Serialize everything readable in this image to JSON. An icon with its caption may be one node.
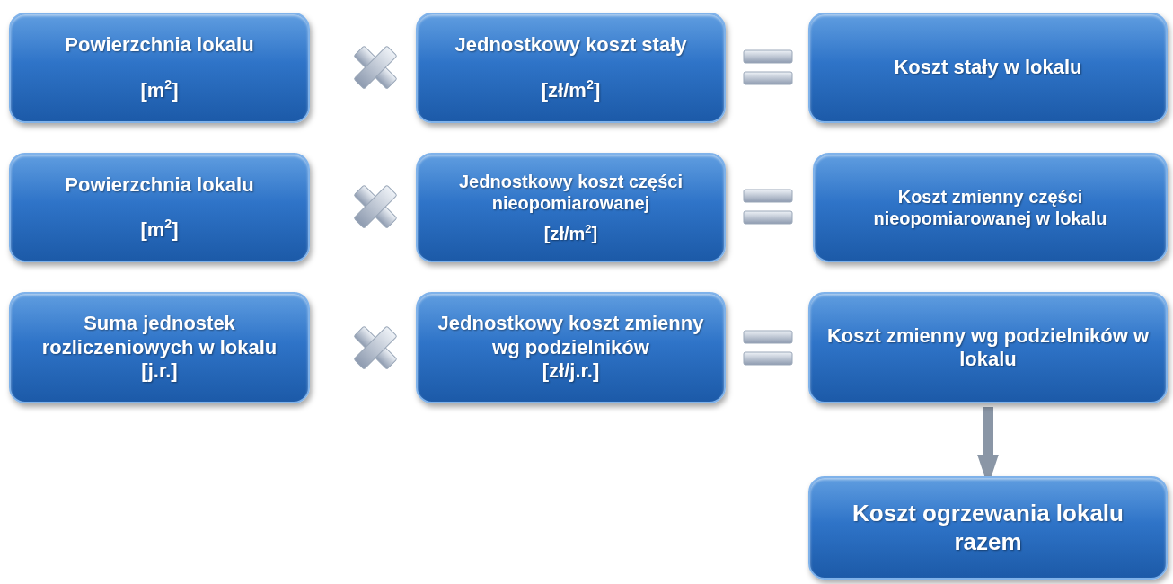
{
  "diagram": {
    "nodes": [
      {
        "text": [
          "Powierzchnia lokalu",
          "[m$^{2}$]"
        ]
      },
      {
        "text": [
          "Jednostkowy koszt stały",
          "[zł/m$^{2}$]"
        ]
      },
      {
        "text": [
          "Koszt stały w lokalu"
        ]
      },
      {
        "text": [
          "Powierzchnia lokalu",
          "[m$^{2}$]"
        ]
      },
      {
        "text": [
          "Jednostkowy koszt części nieopomiarowanej",
          "[zł/m$^{2}$]"
        ]
      },
      {
        "text": [
          "Koszt zmienny części nieopomiarowanej w lokalu"
        ]
      },
      {
        "text": [
          "Suma jednostek rozliczeniowych w lokalu",
          "[j.r.]"
        ]
      },
      {
        "text": [
          "Jednostkowy koszt zmienny wg podzielników",
          "[zł/j.r.]"
        ]
      },
      {
        "text": [
          "Koszt zmienny wg podzielników w lokalu"
        ]
      },
      {
        "text": [
          "Koszt ogrzewania lokalu razem"
        ]
      }
    ],
    "edges": [
      {
        "from": 8,
        "to": 9,
        "arrow": "to"
      }
    ]
  }
}
